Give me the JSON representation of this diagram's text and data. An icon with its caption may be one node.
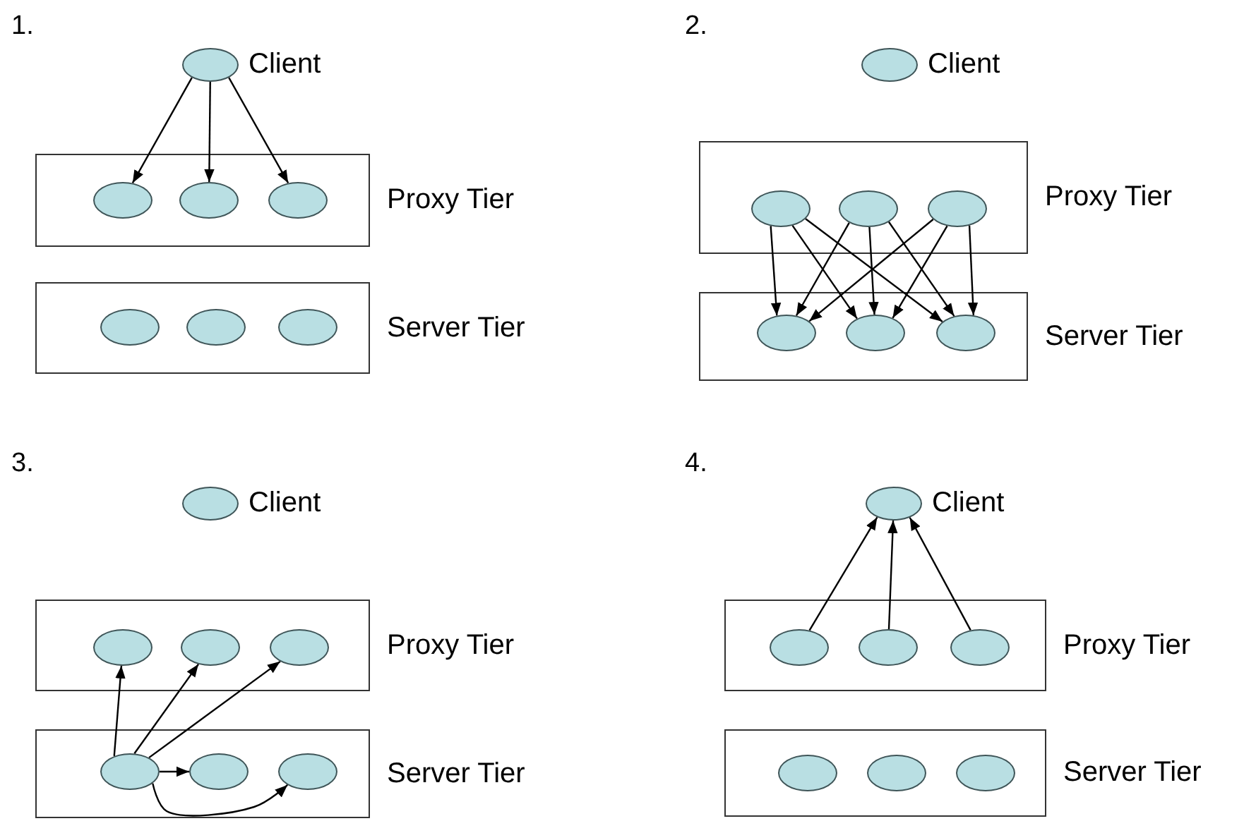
{
  "diagram": {
    "nodes": [
      {
        "text": [],
        "shape": "circle",
        "beside": [
          "Client"
        ]
      },
      {
        "text": [
          "Proxy Tier"
        ]
      },
      {
        "text": [],
        "shape": "circle",
        "in": 1
      },
      {
        "text": [],
        "shape": "circle",
        "in": 1
      },
      {
        "text": [],
        "shape": "circle",
        "in": 1
      },
      {
        "text": [
          "Server Tier"
        ]
      },
      {
        "text": [],
        "shape": "circle",
        "in": 5
      },
      {
        "text": [],
        "shape": "circle",
        "in": 5
      },
      {
        "text": [],
        "shape": "circle",
        "in": 5
      },
      {
        "text": [],
        "shape": "circle",
        "beside": [
          "Client"
        ]
      },
      {
        "text": [
          "Proxy Tier"
        ]
      },
      {
        "text": [],
        "shape": "circle",
        "in": 10
      },
      {
        "text": [],
        "shape": "circle",
        "in": 10
      },
      {
        "text": [],
        "shape": "circle",
        "in": 10
      },
      {
        "text": [
          "Server Tier"
        ]
      },
      {
        "text": [],
        "shape": "circle",
        "in": 14
      },
      {
        "text": [],
        "shape": "circle",
        "in": 14
      },
      {
        "text": [],
        "shape": "circle",
        "in": 14
      },
      {
        "text": [],
        "shape": "circle",
        "beside": [
          "Client"
        ]
      },
      {
        "text": [
          "Proxy Tier"
        ]
      },
      {
        "text": [],
        "shape": "circle",
        "in": 19
      },
      {
        "text": [],
        "shape": "circle",
        "in": 19
      },
      {
        "text": [],
        "shape": "circle",
        "in": 19
      },
      {
        "text": [
          "Server Tier"
        ]
      },
      {
        "text": [],
        "shape": "circle",
        "in": 23
      },
      {
        "text": [],
        "shape": "circle",
        "in": 23
      },
      {
        "text": [],
        "shape": "circle",
        "in": 23
      },
      {
        "text": [],
        "shape": "circle",
        "beside": [
          "Client"
        ]
      },
      {
        "text": [
          "Proxy Tier"
        ]
      },
      {
        "text": [],
        "shape": "circle",
        "in": 28
      },
      {
        "text": [],
        "shape": "circle",
        "in": 28
      },
      {
        "text": [],
        "shape": "circle",
        "in": 28
      },
      {
        "text": [
          "Server Tier"
        ]
      },
      {
        "text": [],
        "shape": "circle",
        "in": 32
      },
      {
        "text": [],
        "shape": "circle",
        "in": 32
      },
      {
        "text": [],
        "shape": "circle",
        "in": 32
      }
    ],
    "edges": [
      {
        "from": 0,
        "to": 2,
        "arrow": "to"
      },
      {
        "from": 0,
        "to": 3,
        "arrow": "to"
      },
      {
        "from": 0,
        "to": 4,
        "arrow": "to"
      },
      {
        "from": 11,
        "to": 15,
        "arrow": "to"
      },
      {
        "from": 11,
        "to": 16,
        "arrow": "to"
      },
      {
        "from": 11,
        "to": 17,
        "arrow": "to"
      },
      {
        "from": 12,
        "to": 15,
        "arrow": "to"
      },
      {
        "from": 12,
        "to": 16,
        "arrow": "to"
      },
      {
        "from": 12,
        "to": 17,
        "arrow": "to"
      },
      {
        "from": 13,
        "to": 15,
        "arrow": "to"
      },
      {
        "from": 13,
        "to": 16,
        "arrow": "to"
      },
      {
        "from": 13,
        "to": 17,
        "arrow": "to"
      },
      {
        "from": 24,
        "to": 20,
        "arrow": "to"
      },
      {
        "from": 24,
        "to": 21,
        "arrow": "to"
      },
      {
        "from": 24,
        "to": 22,
        "arrow": "to"
      },
      {
        "from": 24,
        "to": 25,
        "arrow": "to"
      },
      {
        "from": 24,
        "to": 26,
        "arrow": "to"
      },
      {
        "from": 29,
        "to": 27,
        "arrow": "to"
      },
      {
        "from": 30,
        "to": 27,
        "arrow": "to"
      },
      {
        "from": 31,
        "to": 27,
        "arrow": "to"
      }
    ],
    "labels": [
      "1.",
      "2.",
      "3.",
      "4."
    ]
  }
}
